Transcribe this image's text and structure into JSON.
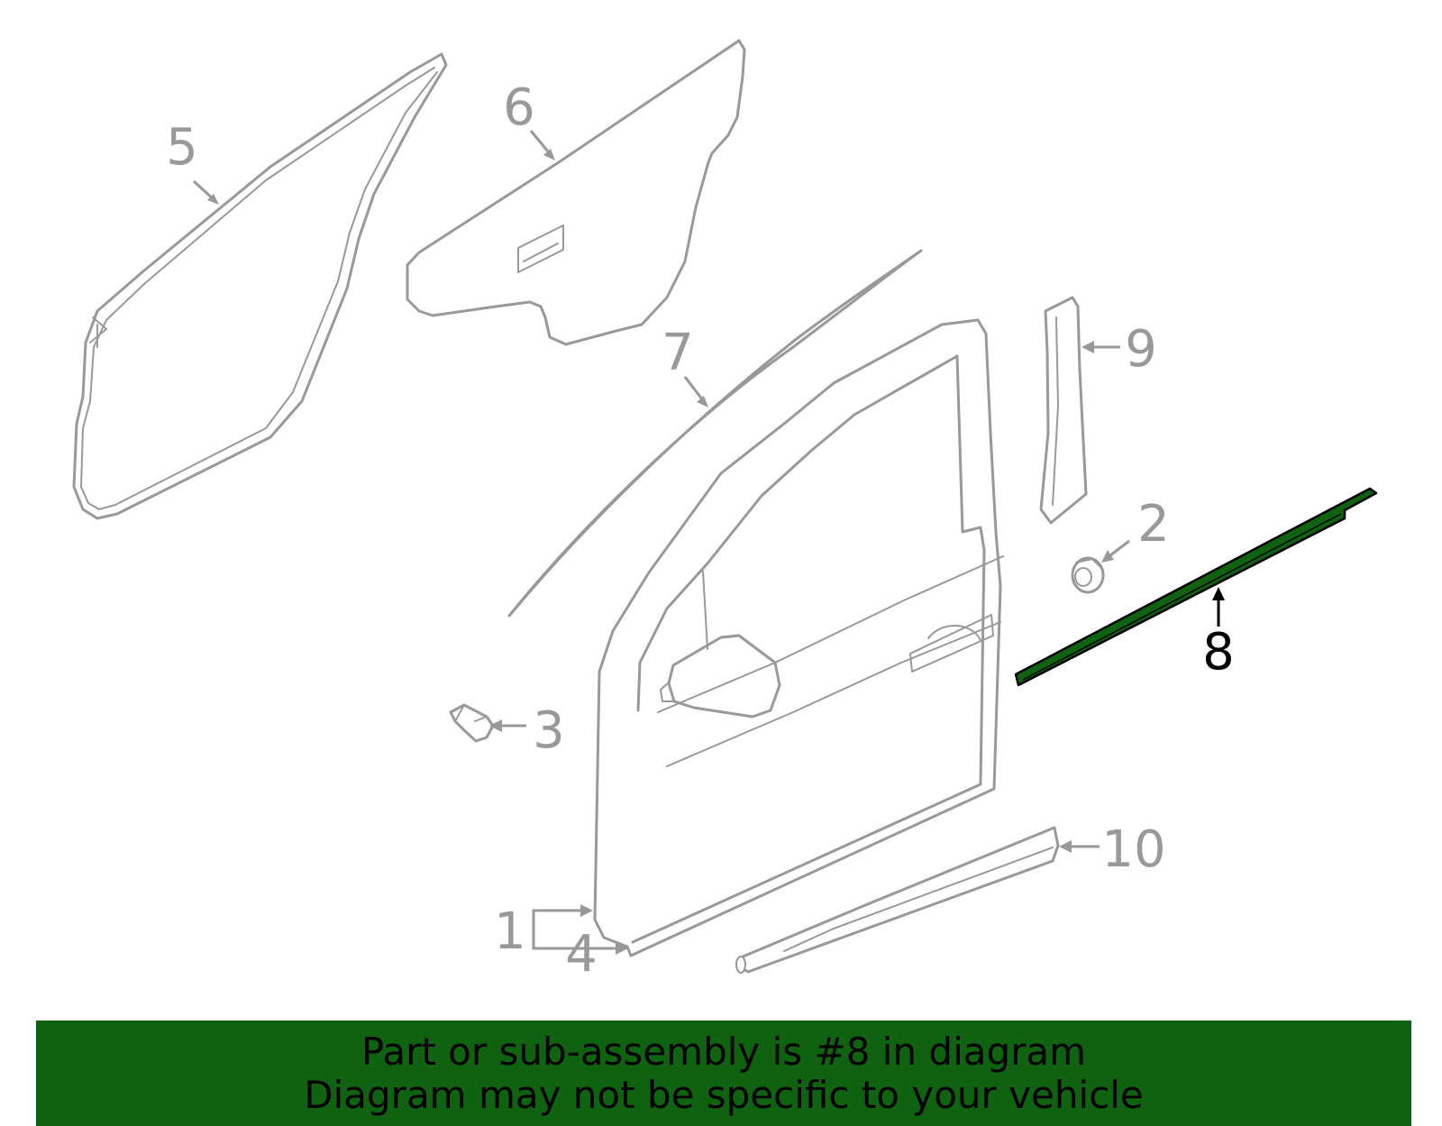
{
  "callouts": {
    "c1": "1",
    "c2": "2",
    "c3": "3",
    "c4": "4",
    "c5": "5",
    "c6": "6",
    "c7": "7",
    "c8": "8",
    "c9": "9",
    "c10": "10"
  },
  "highlighted_part": "8",
  "colors": {
    "part_outline": "#999999",
    "highlight_fill": "#0f620f",
    "banner_background": "#0f620f",
    "banner_text": "#000000"
  },
  "banner": {
    "line1": "Part or sub-assembly is #8 in diagram",
    "line2": "Diagram may not be specific to your vehicle"
  }
}
